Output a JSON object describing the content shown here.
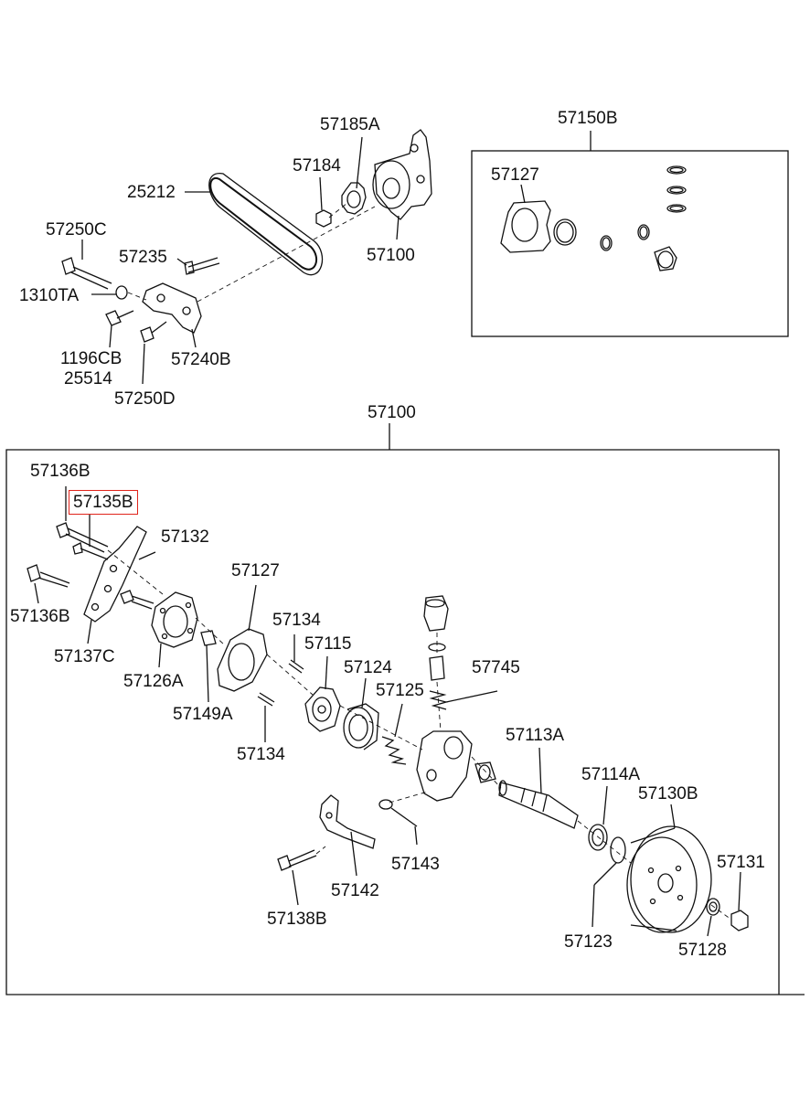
{
  "labels": {
    "p57185A": "57185A",
    "p57184": "57184",
    "p25212": "25212",
    "p57250C": "57250C",
    "p57235": "57235",
    "p57100_top": "57100",
    "p1310TA": "1310TA",
    "p1196CB": "1196CB",
    "p25514": "25514",
    "p57240B": "57240B",
    "p57250D": "57250D",
    "p57150B": "57150B",
    "p57127_kit": "57127",
    "p57100_main": "57100",
    "p57136B_a": "57136B",
    "p57135B": "57135B",
    "p57132": "57132",
    "p57127": "57127",
    "p57136B_b": "57136B",
    "p57137C": "57137C",
    "p57126A": "57126A",
    "p57149A": "57149A",
    "p57134_a": "57134",
    "p57115": "57115",
    "p57124": "57124",
    "p57125": "57125",
    "p57745": "57745",
    "p57134_b": "57134",
    "p57113A": "57113A",
    "p57114A": "57114A",
    "p57130B": "57130B",
    "p57131": "57131",
    "p57143": "57143",
    "p57142": "57142",
    "p57138B": "57138B",
    "p57123": "57123",
    "p57128": "57128"
  },
  "highlight_color": "#e0241b",
  "line_color": "#111111"
}
